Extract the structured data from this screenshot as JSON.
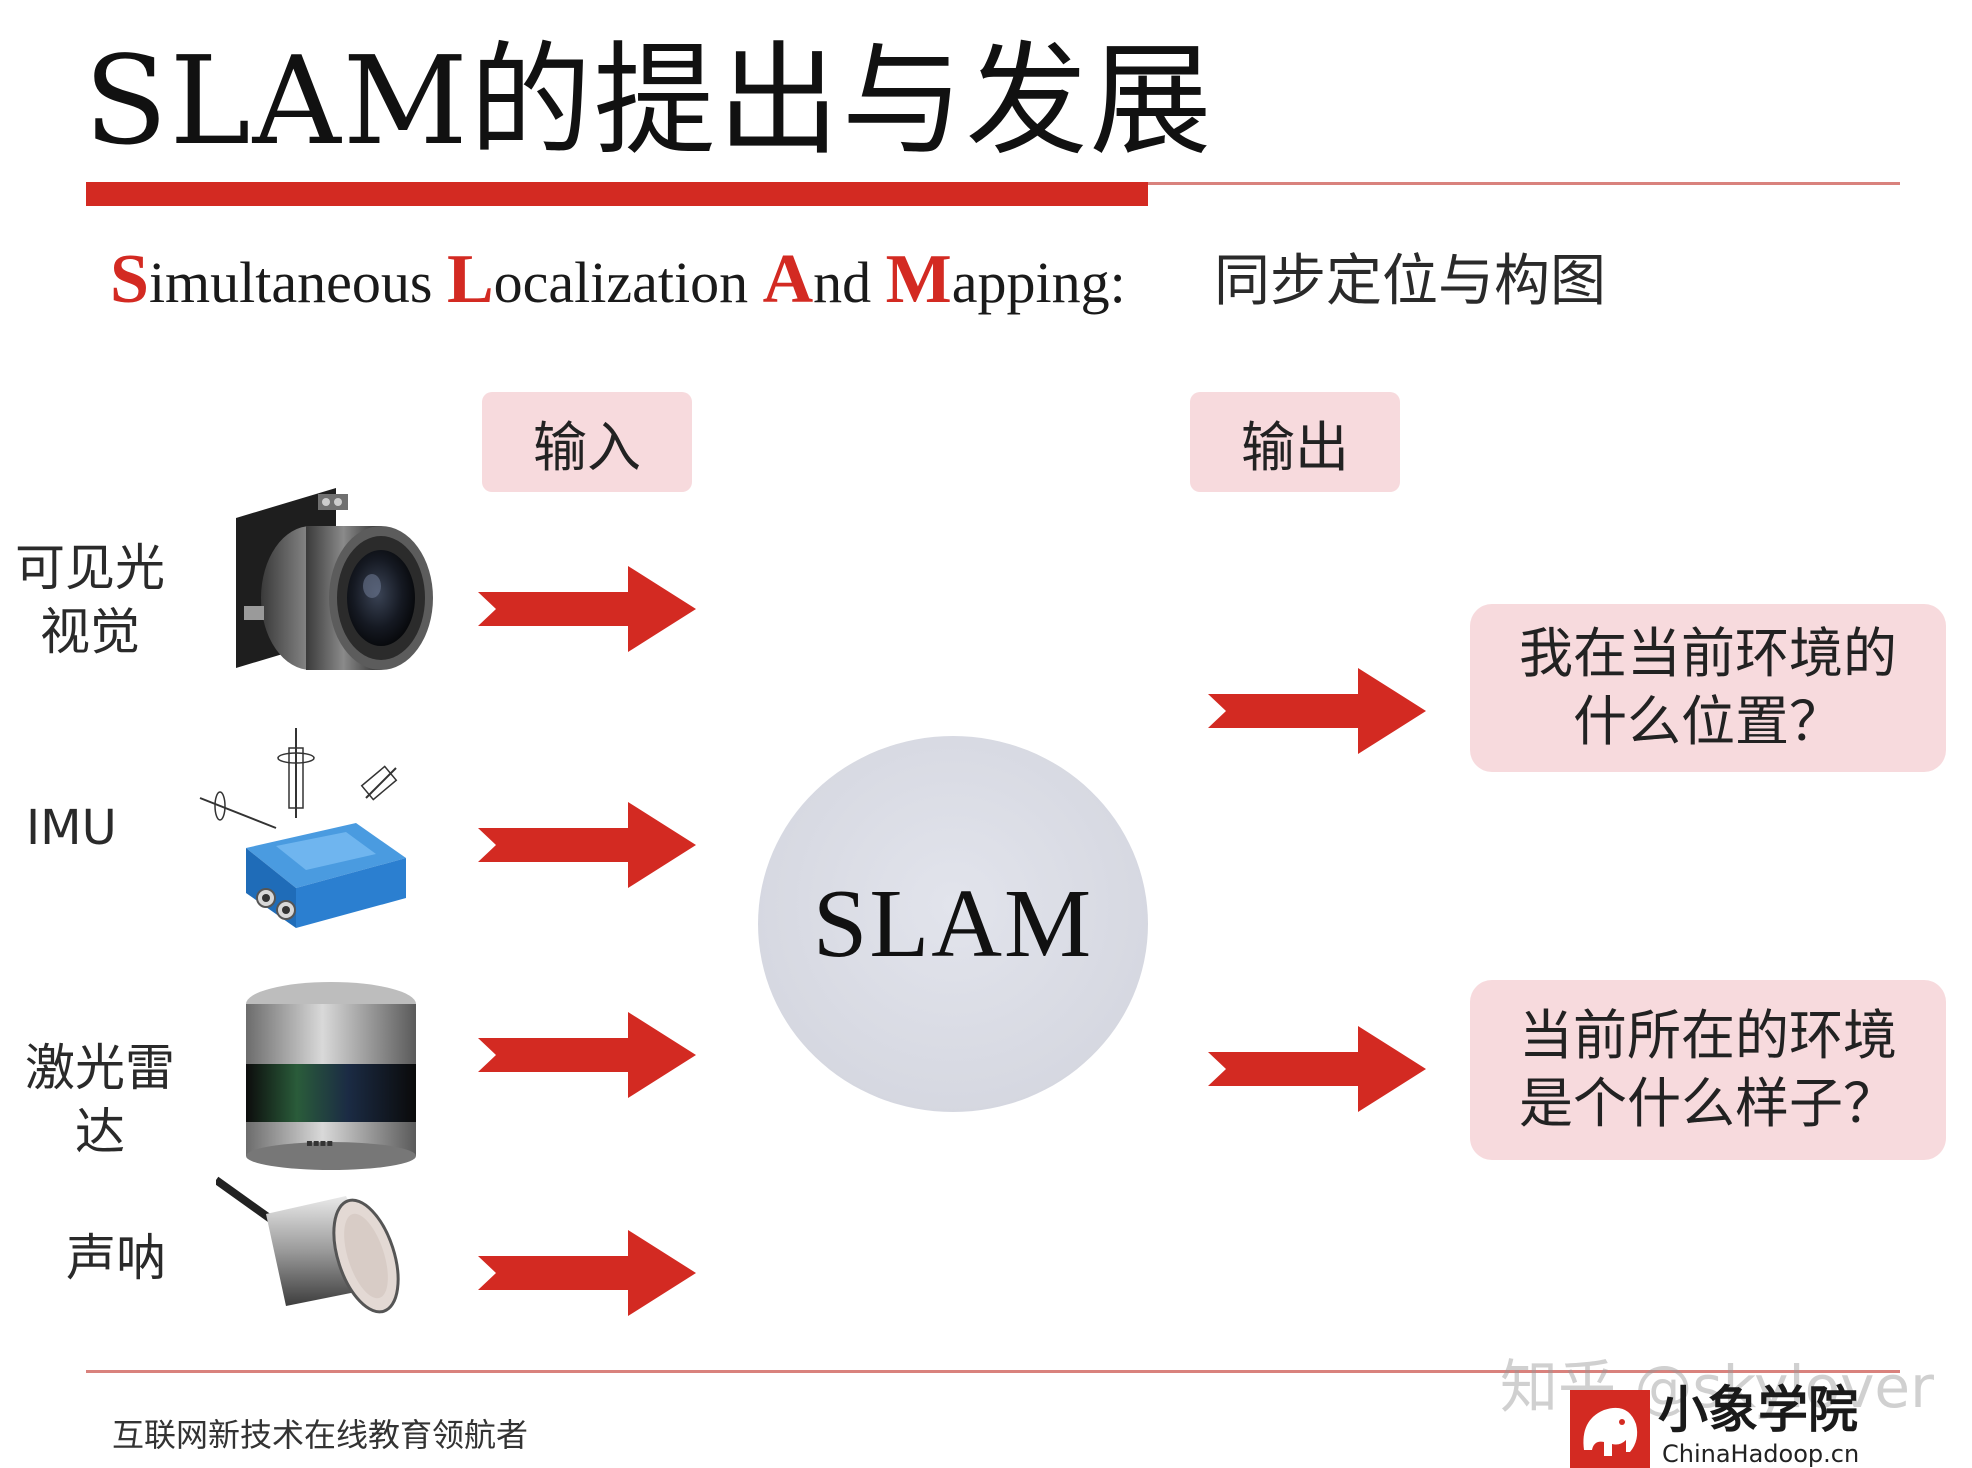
{
  "title": "SLAM的提出与发展",
  "subtitle": {
    "words": [
      {
        "cap": "S",
        "rest": "imultaneous "
      },
      {
        "cap": "L",
        "rest": "ocalization "
      },
      {
        "cap": "A",
        "rest": "nd "
      },
      {
        "cap": "M",
        "rest": "apping:"
      }
    ],
    "chinese": "同步定位与构图"
  },
  "tags": {
    "input": "输入",
    "output": "输出"
  },
  "sensors": {
    "visual_line1": "可见光",
    "visual_line2": "视觉",
    "imu": "IMU",
    "lidar_line1": "激光雷",
    "lidar_line2": "达",
    "sonar": "声呐"
  },
  "center": "SLAM",
  "outputs": {
    "q1_line1": "我在当前环境的",
    "q1_line2": "什么位置？",
    "q2_line1": "当前所在的环境",
    "q2_line2": "是个什么样子？"
  },
  "footer": {
    "slogan": "互联网新技术在线教育领航者",
    "watermark": "知乎 @skylover",
    "logo_text": "小象学院",
    "logo_sub": "ChinaHadoop.cn"
  },
  "colors": {
    "accent_red": "#d32a22",
    "tag_pink": "#f7dadd",
    "circle_gray": "#d6d8e1"
  }
}
